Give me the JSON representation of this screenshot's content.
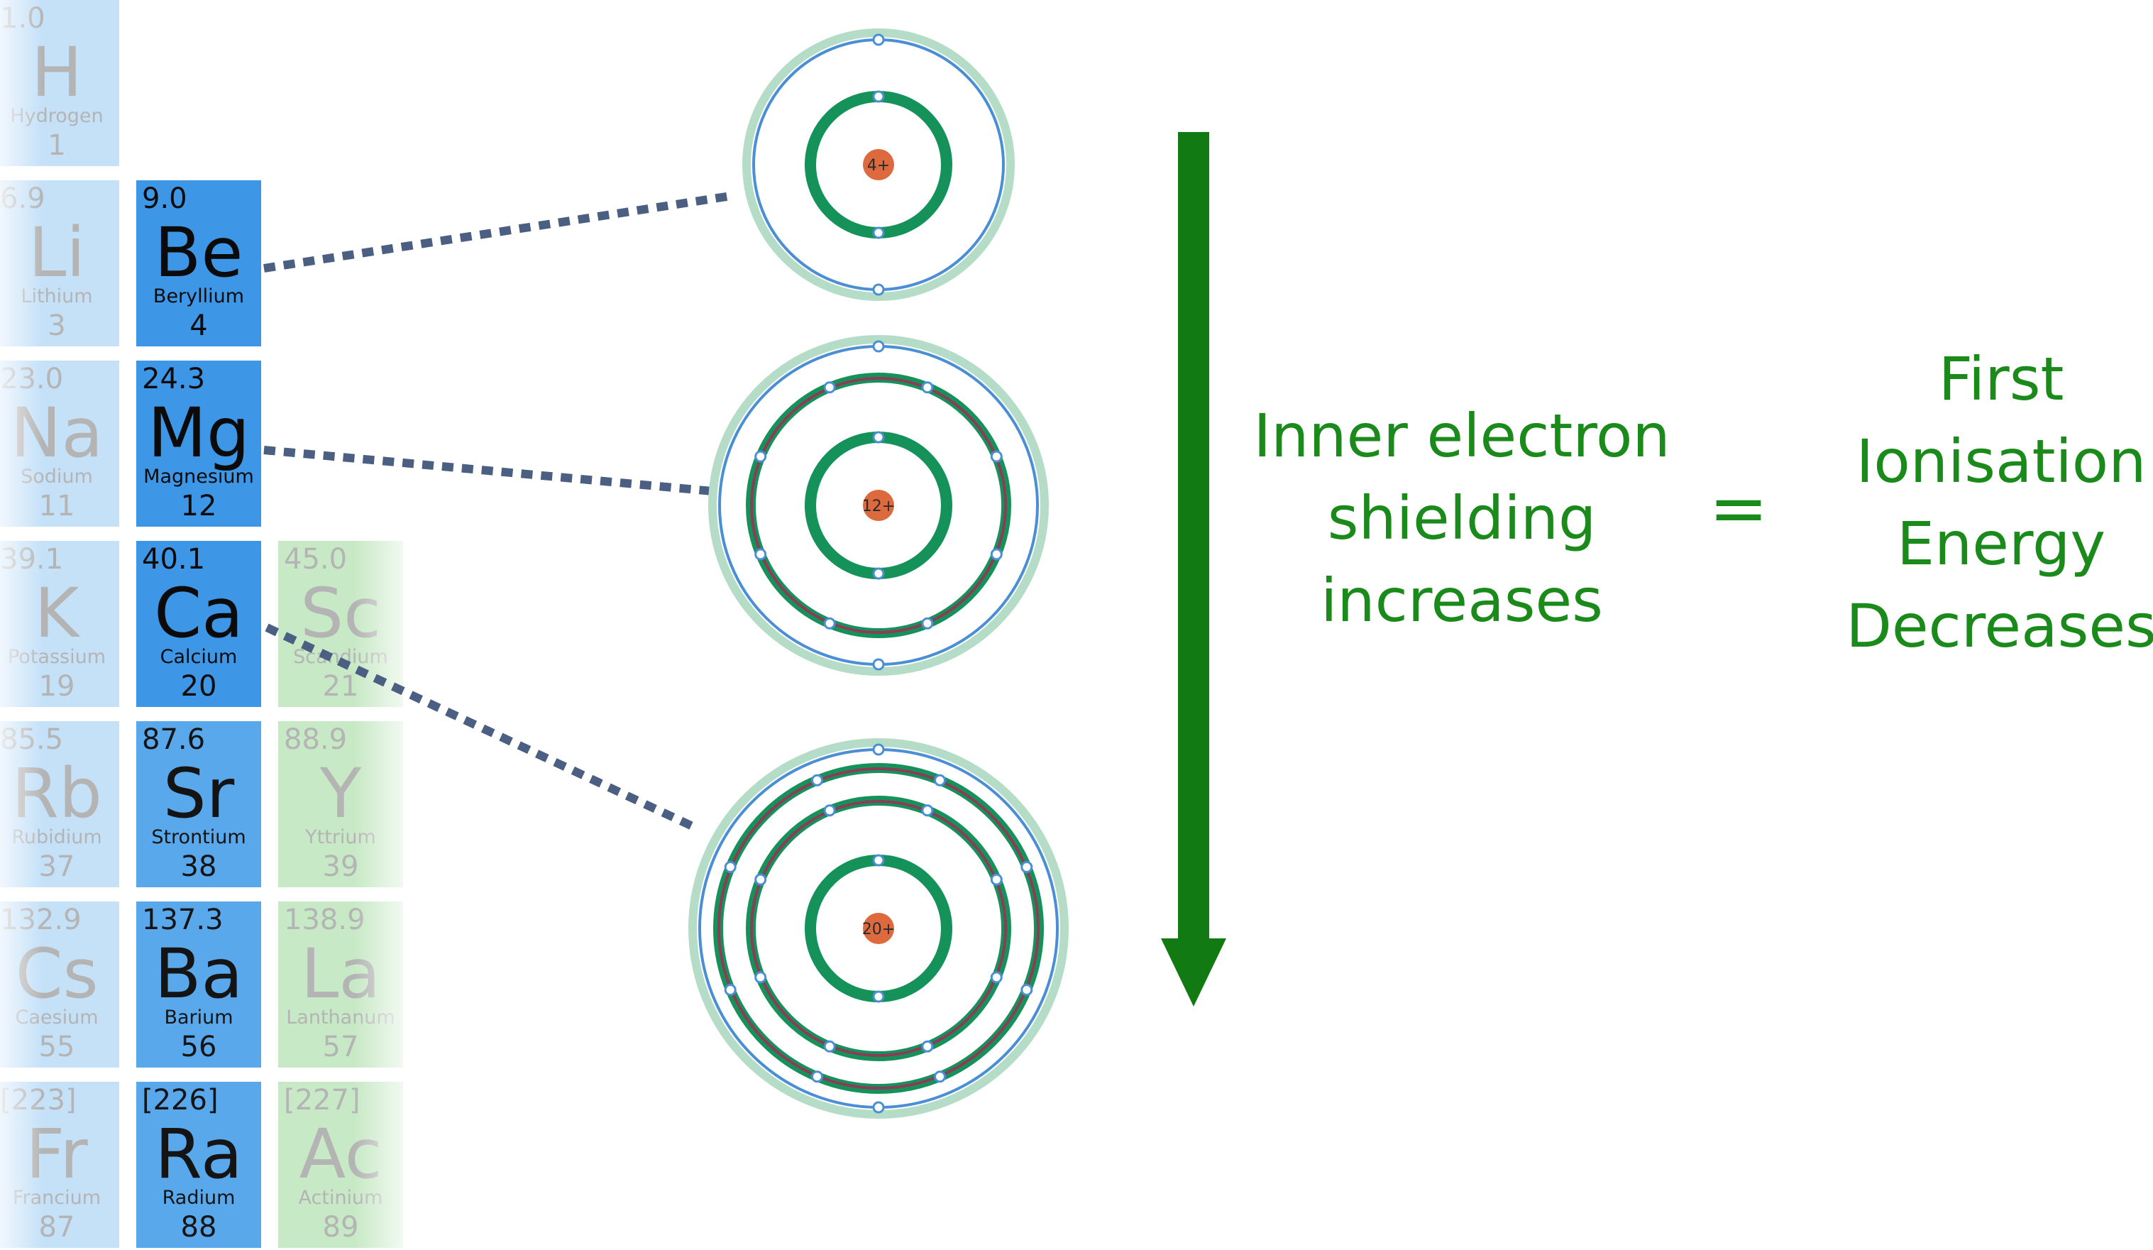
{
  "elements": [
    {
      "col": 0,
      "row": 0,
      "mass": "1.0",
      "symbol": "H",
      "name": "Hydrogen",
      "number": "1",
      "style": "faded"
    },
    {
      "col": 0,
      "row": 1,
      "mass": "6.9",
      "symbol": "Li",
      "name": "Lithium",
      "number": "3",
      "style": "faded"
    },
    {
      "col": 0,
      "row": 2,
      "mass": "23.0",
      "symbol": "Na",
      "name": "Sodium",
      "number": "11",
      "style": "faded"
    },
    {
      "col": 0,
      "row": 3,
      "mass": "39.1",
      "symbol": "K",
      "name": "Potassium",
      "number": "19",
      "style": "faded"
    },
    {
      "col": 0,
      "row": 4,
      "mass": "85.5",
      "symbol": "Rb",
      "name": "Rubidium",
      "number": "37",
      "style": "faded"
    },
    {
      "col": 0,
      "row": 5,
      "mass": "132.9",
      "symbol": "Cs",
      "name": "Caesium",
      "number": "55",
      "style": "faded"
    },
    {
      "col": 0,
      "row": 6,
      "mass": "[223]",
      "symbol": "Fr",
      "name": "Francium",
      "number": "87",
      "style": "faded"
    },
    {
      "col": 1,
      "row": 1,
      "mass": "9.0",
      "symbol": "Be",
      "name": "Beryllium",
      "number": "4",
      "style": "dark"
    },
    {
      "col": 1,
      "row": 2,
      "mass": "24.3",
      "symbol": "Mg",
      "name": "Magnesium",
      "number": "12",
      "style": "dark"
    },
    {
      "col": 1,
      "row": 3,
      "mass": "40.1",
      "symbol": "Ca",
      "name": "Calcium",
      "number": "20",
      "style": "dark"
    },
    {
      "col": 1,
      "row": 4,
      "mass": "87.6",
      "symbol": "Sr",
      "name": "Strontium",
      "number": "38",
      "style": "mid"
    },
    {
      "col": 1,
      "row": 5,
      "mass": "137.3",
      "symbol": "Ba",
      "name": "Barium",
      "number": "56",
      "style": "mid"
    },
    {
      "col": 1,
      "row": 6,
      "mass": "[226]",
      "symbol": "Ra",
      "name": "Radium",
      "number": "88",
      "style": "mid"
    },
    {
      "col": 2,
      "row": 3,
      "mass": "45.0",
      "symbol": "Sc",
      "name": "Scandium",
      "number": "21",
      "style": "green"
    },
    {
      "col": 2,
      "row": 4,
      "mass": "88.9",
      "symbol": "Y",
      "name": "Yttrium",
      "number": "39",
      "style": "green"
    },
    {
      "col": 2,
      "row": 5,
      "mass": "138.9",
      "symbol": "La",
      "name": "Lanthanum",
      "number": "57",
      "style": "green"
    },
    {
      "col": 2,
      "row": 6,
      "mass": "[227]",
      "symbol": "Ac",
      "name": "Actinium",
      "number": "89",
      "style": "green"
    }
  ],
  "atoms": [
    {
      "element": "Be",
      "charge": "4+",
      "shells": 2
    },
    {
      "element": "Mg",
      "charge": "12+",
      "shells": 3
    },
    {
      "element": "Ca",
      "charge": "20+",
      "shells": 4
    }
  ],
  "captions": {
    "shielding": [
      "Inner electron",
      "shielding",
      "increases"
    ],
    "equals": "=",
    "energy": [
      "First",
      "Ionisation",
      "Energy",
      "Decreases"
    ]
  },
  "colors": {
    "caption_text": "#1a8a1a",
    "arrow": "#127a12",
    "connector": "#4a5f82",
    "shell_green": "#15925a",
    "shell_maroon": "#8c3b58",
    "outer_ring": "#b5dcc7",
    "outer_shell": "#4a8ed6",
    "nucleus": "#dc6a3e",
    "tile_dark": "#3d96e6",
    "tile_mid": "#5aa8ec",
    "tile_faded": "#c5e1f8",
    "tile_green": "#c8e9c6"
  }
}
